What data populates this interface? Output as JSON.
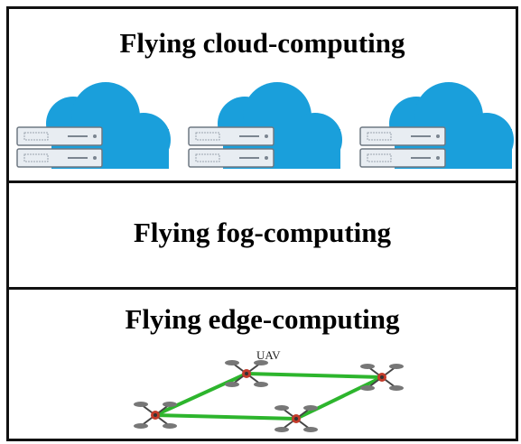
{
  "layers": {
    "cloud": {
      "title": "Flying cloud-computing",
      "cloud_count": 3,
      "cloud_color": "#1A9FDB",
      "server_color": "#E8EDF2"
    },
    "fog": {
      "title": "Flying fog-computing"
    },
    "edge": {
      "title": "Flying edge-computing",
      "uav_label": "UAV",
      "link_color": "#2DB52D",
      "uav_count": 4
    }
  }
}
